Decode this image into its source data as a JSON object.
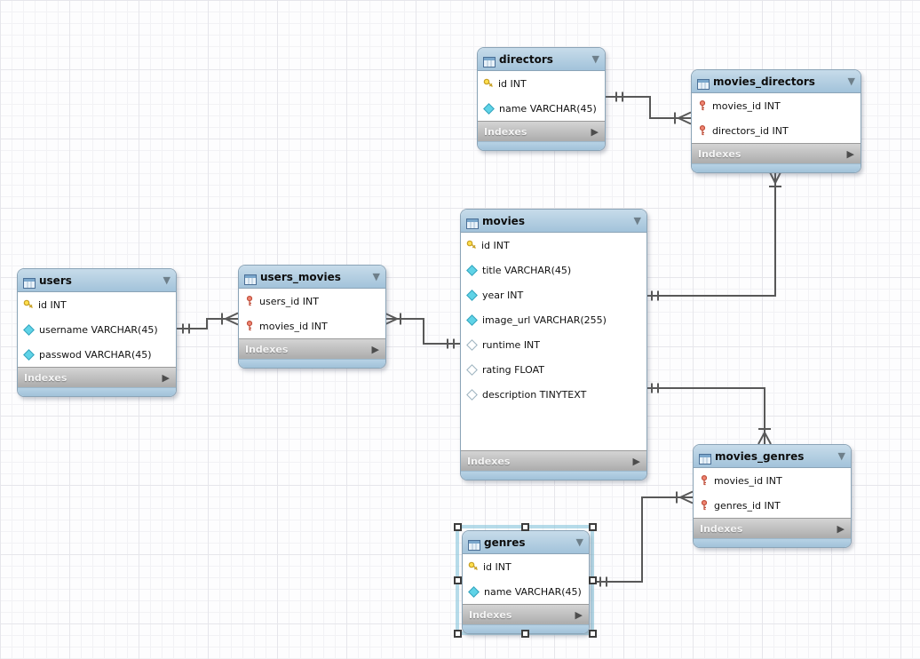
{
  "diagram": {
    "labels": {
      "indexes": "Indexes"
    },
    "icons": {
      "collapse_arrow": "▼",
      "expand_arrow": "▶"
    },
    "tables": [
      {
        "name": "directors",
        "fields": [
          {
            "label": "id INT",
            "type": "primary-key"
          },
          {
            "label": "name VARCHAR(45)",
            "type": "column-notnull"
          }
        ]
      },
      {
        "name": "movies_directors",
        "fields": [
          {
            "label": "movies_id INT",
            "type": "foreign-key"
          },
          {
            "label": "directors_id INT",
            "type": "foreign-key"
          }
        ]
      },
      {
        "name": "movies",
        "fields": [
          {
            "label": "id INT",
            "type": "primary-key"
          },
          {
            "label": "title VARCHAR(45)",
            "type": "column-notnull"
          },
          {
            "label": "year INT",
            "type": "column-notnull"
          },
          {
            "label": "image_url VARCHAR(255)",
            "type": "column-notnull"
          },
          {
            "label": "runtime INT",
            "type": "column-nullable"
          },
          {
            "label": "rating FLOAT",
            "type": "column-nullable"
          },
          {
            "label": "description TINYTEXT",
            "type": "column-nullable"
          }
        ]
      },
      {
        "name": "users",
        "fields": [
          {
            "label": "id INT",
            "type": "primary-key"
          },
          {
            "label": "username VARCHAR(45)",
            "type": "column-notnull"
          },
          {
            "label": "passwod VARCHAR(45)",
            "type": "column-notnull"
          }
        ]
      },
      {
        "name": "users_movies",
        "fields": [
          {
            "label": "users_id INT",
            "type": "foreign-key"
          },
          {
            "label": "movies_id INT",
            "type": "foreign-key"
          }
        ]
      },
      {
        "name": "movies_genres",
        "fields": [
          {
            "label": "movies_id INT",
            "type": "foreign-key"
          },
          {
            "label": "genres_id INT",
            "type": "foreign-key"
          }
        ]
      },
      {
        "name": "genres",
        "fields": [
          {
            "label": "id INT",
            "type": "primary-key"
          },
          {
            "label": "name VARCHAR(45)",
            "type": "column-notnull"
          }
        ]
      }
    ],
    "relationships": [
      {
        "from": "directors",
        "to": "movies_directors",
        "from_end": "exactly-one",
        "to_end": "many"
      },
      {
        "from": "movies",
        "to": "movies_directors",
        "from_end": "exactly-one",
        "to_end": "many"
      },
      {
        "from": "movies",
        "to": "movies_genres",
        "from_end": "exactly-one",
        "to_end": "many"
      },
      {
        "from": "genres",
        "to": "movies_genres",
        "from_end": "exactly-one",
        "to_end": "many"
      },
      {
        "from": "users",
        "to": "users_movies",
        "from_end": "exactly-one",
        "to_end": "many"
      },
      {
        "from": "movies",
        "to": "users_movies",
        "from_end": "exactly-one",
        "to_end": "many"
      }
    ],
    "selection": {
      "selected_table": "genres"
    },
    "colors": {
      "table_header": "#aecbe0",
      "table_footer": "#bcbcbc",
      "relationship_line": "#585858",
      "primary_key": "#ffdf4d",
      "foreign_key": "#f08573",
      "column_diamond": "#5fd3e7",
      "selection_highlight": "#8bc6db",
      "grid_background": "#fdfdfe"
    }
  }
}
